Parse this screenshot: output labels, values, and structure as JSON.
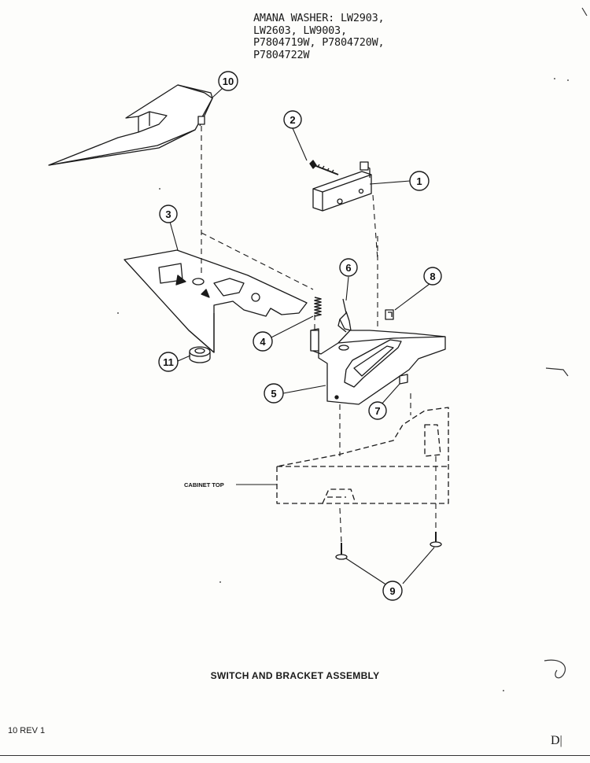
{
  "header": {
    "lines": [
      "AMANA WASHER: LW2903,",
      "LW2603, LW9003,",
      "P7804719W, P7804720W,",
      "P7804722W"
    ]
  },
  "callouts": [
    "1",
    "2",
    "3",
    "4",
    "5",
    "6",
    "7",
    "8",
    "9",
    "10",
    "11"
  ],
  "labels": {
    "cabinet_top": "CABINET TOP"
  },
  "caption": "SWITCH AND BRACKET ASSEMBLY",
  "footer": {
    "left": "10 REV  1",
    "right": "D|"
  }
}
